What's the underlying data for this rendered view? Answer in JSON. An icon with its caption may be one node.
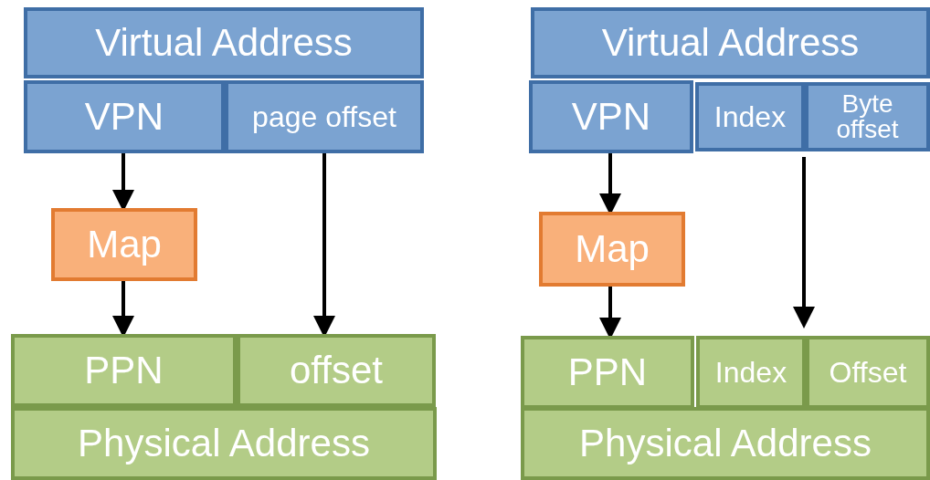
{
  "diagram": {
    "nodes": [
      {
        "text": [
          "Virtual Address"
        ]
      },
      {
        "text": [
          "VPN"
        ]
      },
      {
        "text": [
          "page offset"
        ]
      },
      {
        "text": [
          "Map"
        ]
      },
      {
        "text": [
          "PPN"
        ]
      },
      {
        "text": [
          "offset"
        ]
      },
      {
        "text": [
          "Physical Address"
        ]
      },
      {
        "text": [
          "Virtual Address"
        ]
      },
      {
        "text": [
          "VPN"
        ]
      },
      {
        "text": [
          "Index"
        ]
      },
      {
        "text": [
          "Byte offset"
        ]
      },
      {
        "text": [
          "Map"
        ]
      },
      {
        "text": [
          "PPN"
        ]
      },
      {
        "text": [
          "Index"
        ]
      },
      {
        "text": [
          "Offset"
        ]
      },
      {
        "text": [
          "Physical Address"
        ]
      }
    ],
    "edges": [
      {
        "from": 1,
        "to": 3,
        "arrow": "to"
      },
      {
        "from": 3,
        "to": 4,
        "arrow": "to"
      },
      {
        "from": 2,
        "to": 5,
        "arrow": "to"
      },
      {
        "from": 8,
        "to": 11,
        "arrow": "to"
      },
      {
        "from": 11,
        "to": 12,
        "arrow": "to"
      },
      {
        "from": 9,
        "to": 13,
        "arrow": "to"
      }
    ]
  }
}
